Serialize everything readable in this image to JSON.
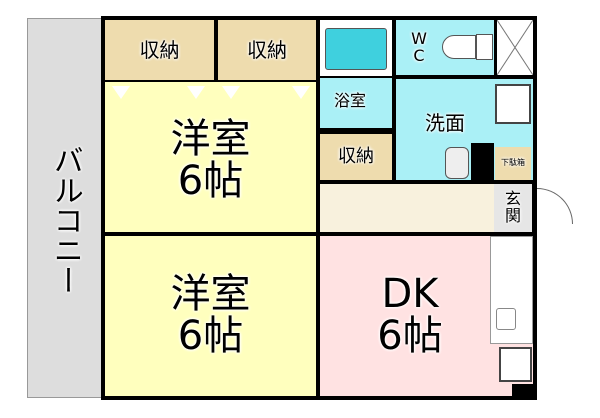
{
  "rooms": {
    "balcony": "バルコニー",
    "closet_1": "収納",
    "closet_2": "収納",
    "western_room_upper": "洋室\n6帖",
    "western_room_lower": "洋室\n6帖",
    "bathroom": "浴室",
    "toilet": "W\nC",
    "washroom": "洗面",
    "closet_3": "収納",
    "shoe_cabinet": "下駄箱",
    "entrance": "玄\n関",
    "dining_kitchen": "DK\n6帖"
  },
  "colors": {
    "closet": "#eedcae",
    "western_room": "#ffffbe",
    "wet_area": "#aaf0f6",
    "hallway": "#f8f1dd",
    "dining_kitchen": "#ffe2e2",
    "balcony": "#dddddd"
  }
}
